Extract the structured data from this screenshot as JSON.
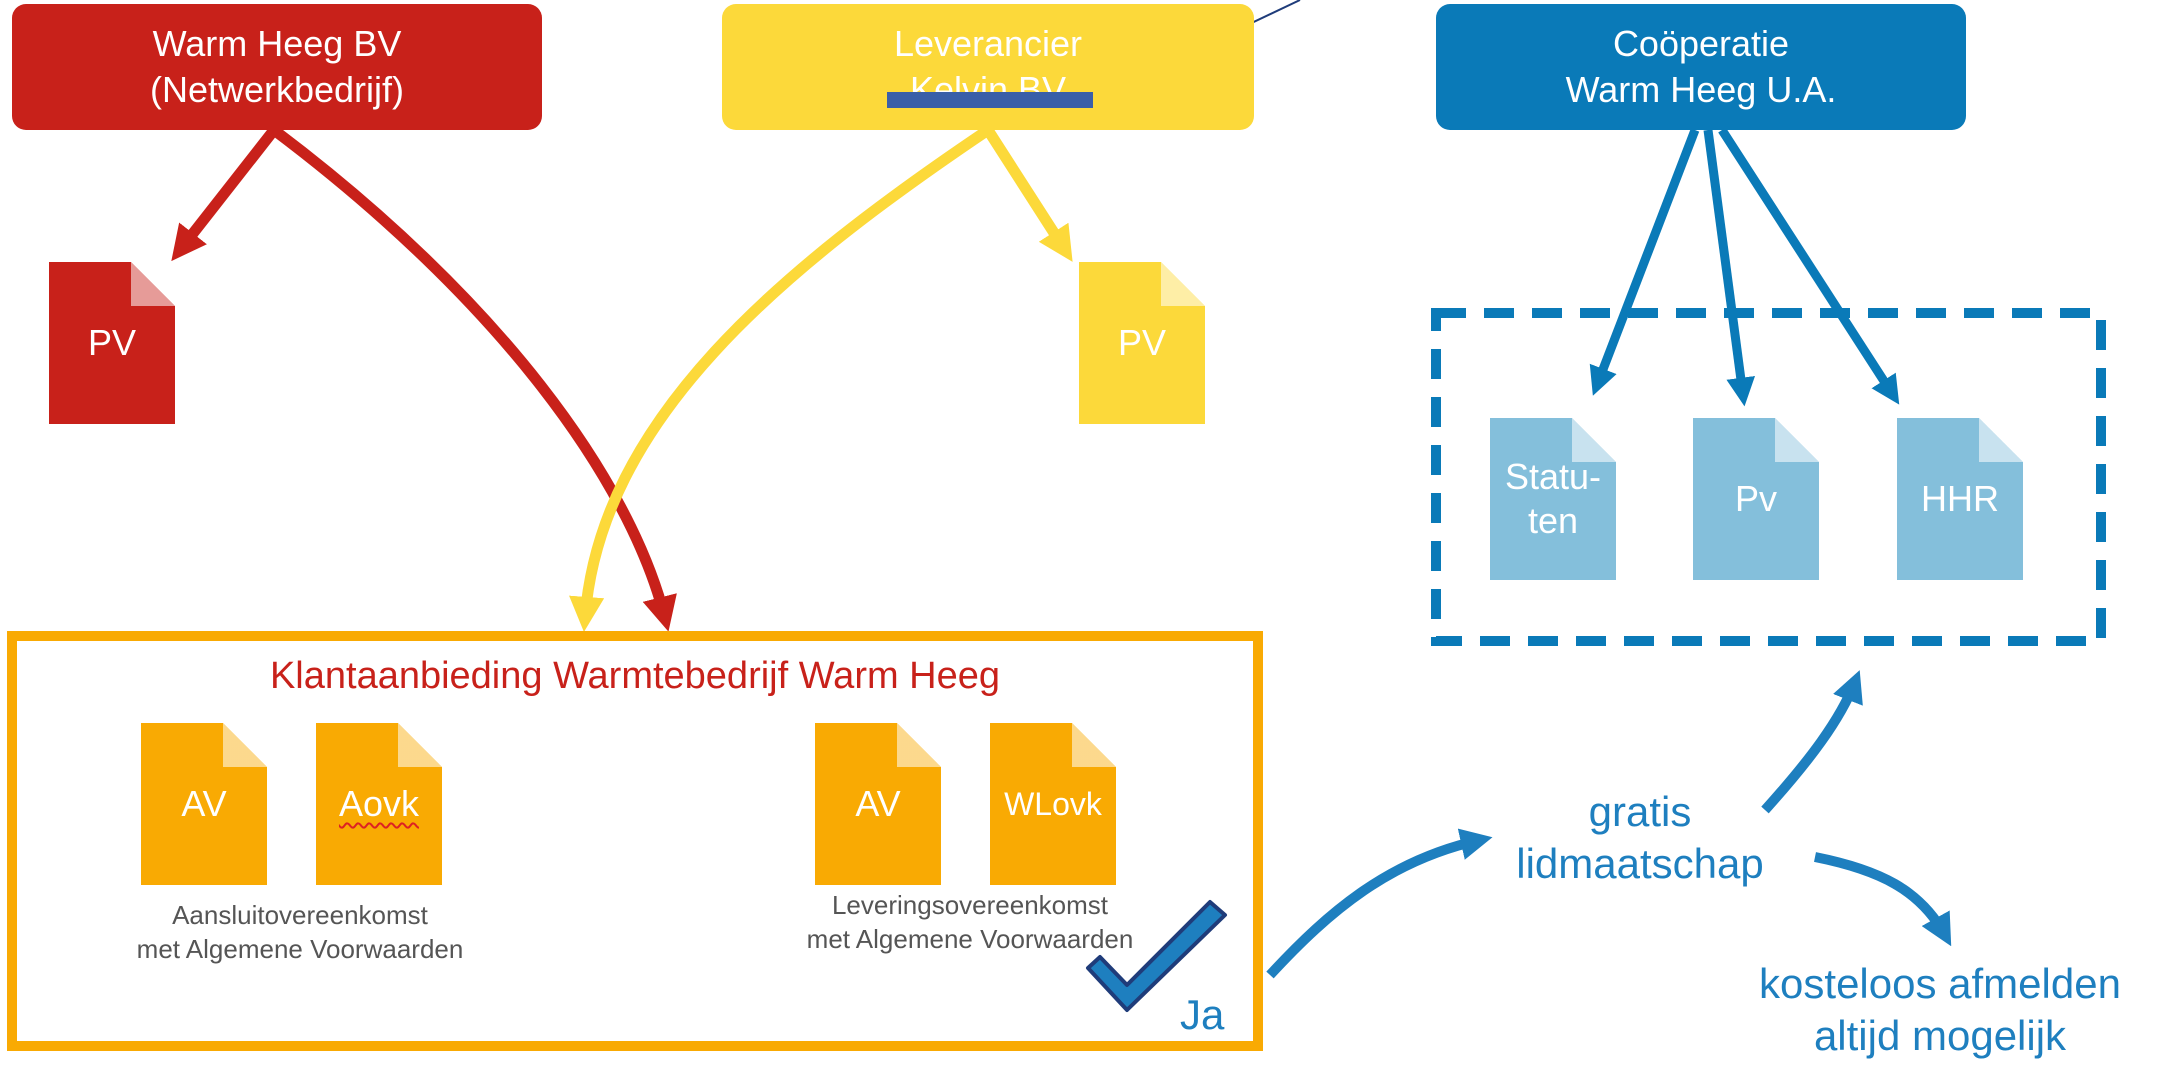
{
  "colors": {
    "red": "#c8211a",
    "yellow": "#fcd93a",
    "blue": "#0a7ab8",
    "light_blue": "#84bfdb",
    "orange": "#f9aa03"
  },
  "parties": {
    "network": {
      "line1": "Warm Heeg BV",
      "line2": "(Netwerkbedrijf)"
    },
    "supplier": {
      "line1": "Leverancier",
      "line2": "Kelvin BV"
    },
    "cooperative": {
      "line1": "Coöperatie",
      "line2": "Warm Heeg U.A."
    }
  },
  "documents": {
    "network_pv": "PV",
    "supplier_pv": "PV",
    "coop_statuten_1": "Statu-",
    "coop_statuten_2": "ten",
    "coop_pv": "Pv",
    "coop_hhr": "HHR"
  },
  "offer": {
    "title": "Klantaanbieding Warmtebedrijf Warm Heeg",
    "doc_av_1": "AV",
    "doc_aovk": "Aovk",
    "doc_av_2": "AV",
    "doc_wlovk": "WLovk",
    "caption_left_1": "Aansluitovereenkomst",
    "caption_left_2": "met Algemene Voorwaarden",
    "caption_right_1": "Leveringsovereenkomst",
    "caption_right_2": "met Algemene Voorwaarden",
    "confirm": "Ja"
  },
  "membership": {
    "line1": "gratis",
    "line2": "lidmaatschap",
    "exit1": "kosteloos afmelden",
    "exit2": "altijd mogelijk"
  }
}
